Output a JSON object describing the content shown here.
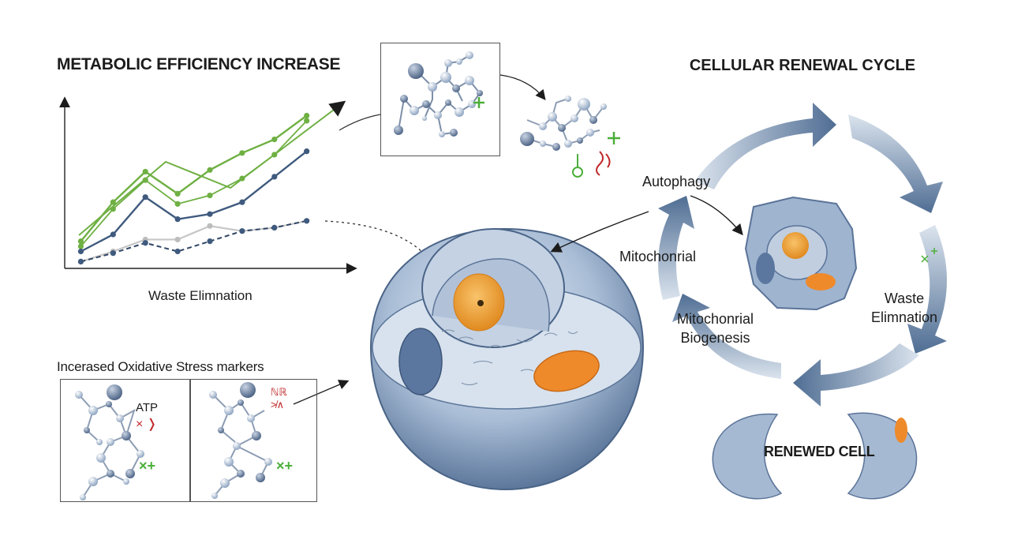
{
  "chart": {
    "title": "METABOLIC EFFICIENCY INCREASE",
    "xlabel": "Waste Elimnation",
    "colors": {
      "green": "#6fb043",
      "navy": "#3f5a7e",
      "gray": "#c7c7c7"
    }
  },
  "chart_data": {
    "type": "line",
    "title": "METABOLIC EFFICIENCY INCREASE",
    "xlabel": "Waste Elimnation",
    "ylabel": "",
    "x": [
      1,
      2,
      3,
      4,
      5,
      6,
      7,
      8
    ],
    "ylim": [
      0,
      10
    ],
    "xlim": [
      0.5,
      9.5
    ],
    "grid": false,
    "series": [
      {
        "values": [
          1.6,
          3.9,
          5.7,
          4.4,
          5.8,
          6.8,
          7.6,
          9.0
        ]
      },
      {
        "values": [
          1.3,
          3.5,
          5.2,
          3.8,
          4.3,
          5.3,
          6.7,
          8.7
        ]
      },
      {
        "values": [
          1.0,
          2.0,
          4.2,
          2.9,
          3.2,
          3.9,
          5.4,
          6.9
        ]
      },
      {
        "values": [
          0.4,
          1.0,
          1.7,
          1.7,
          2.5,
          2.2,
          2.4,
          2.8
        ]
      },
      {
        "values": [
          0.4,
          0.9,
          1.5,
          1.0,
          1.6,
          2.2,
          2.4,
          2.8
        ]
      }
    ]
  },
  "stress": {
    "title": "Incerased Oxidative Stress markers",
    "left_label": "ATP",
    "left_red": "× ❭",
    "left_green": "×+",
    "right_red": "ℕℝ\n≯∧",
    "right_green": "×+"
  },
  "cycle": {
    "title": "CELLULAR RENEWAL CYCLE",
    "autophagy": "Autophagy",
    "mito1": "Mitochonrial",
    "mito2_line1": "Mitochonrial",
    "mito2_line2": "Biogenesis",
    "waste_line1": "Waste",
    "waste_line2": "Elimnation",
    "renewed": "RENEWED CELL",
    "colors": {
      "arrow": "#5f7ca0",
      "arrow_light": "#c8d4e2",
      "cell": "#8ea7c6",
      "nucleus": "#f0a23a",
      "mito": "#ef8a2b"
    }
  },
  "molecule": {
    "plus": "+",
    "red_mark": "ℓ)"
  }
}
